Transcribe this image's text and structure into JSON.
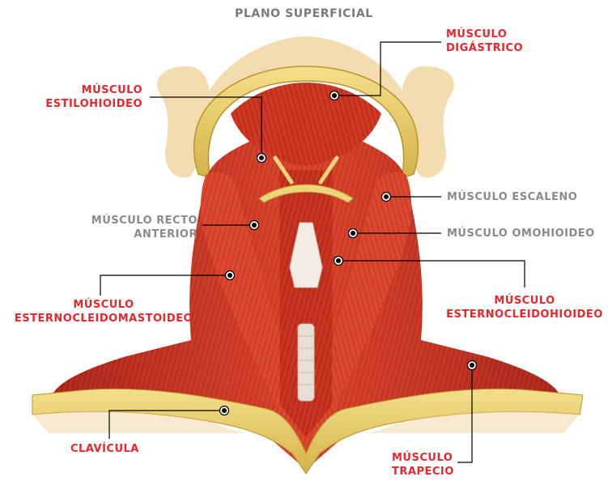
{
  "title": "PLANO SUPERFICIAL",
  "labels": {
    "digastrico": [
      "MÚSCULO",
      "DIGÁSTRICO"
    ],
    "estilohioideo": [
      "MÚSCULO",
      "ESTILOHIOIDEO"
    ],
    "escaleno": [
      "MÚSCULO ESCALENO"
    ],
    "recto_anterior": [
      "MÚSCULO RECTO",
      "ANTERIOR"
    ],
    "omohioideo": [
      "MÚSCULO OMOHIOIDEO"
    ],
    "esternocleidomastoideo": [
      "MÚSCULO",
      "ESTERNOCLEIDOMASTOIDEO"
    ],
    "esternocleidohioideo": [
      "MÚSCULO",
      "ESTERNOCLEIDOHIOIDEO"
    ],
    "clavicula": [
      "CLAVÍCULA"
    ],
    "trapecio": [
      "MÚSCULO",
      "TRAPECIO"
    ]
  },
  "colors": {
    "label_red": "#e8262b",
    "label_gray": "#8a8a8a",
    "muscle": "#c8321f",
    "muscle_light": "#e0553a",
    "bone": "#e8cf6a",
    "skin": "#f3dcb0",
    "cartilage": "#f2ece4"
  }
}
